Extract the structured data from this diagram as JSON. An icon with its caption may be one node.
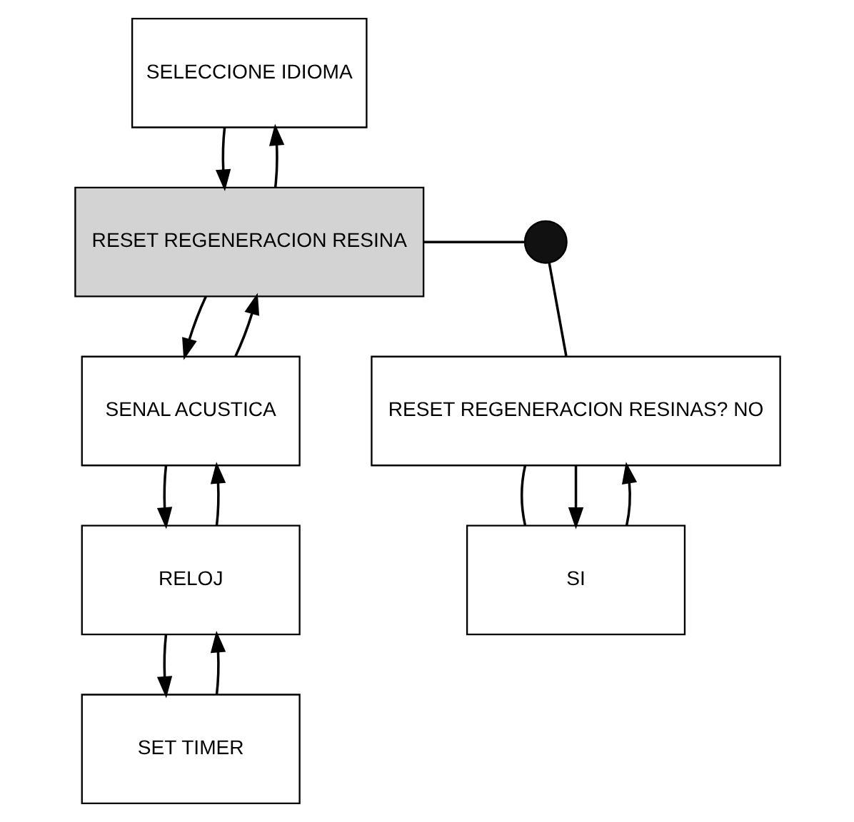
{
  "diagram": {
    "nodes": [
      {
        "text": [
          "SELECCIONE IDIOMA"
        ]
      },
      {
        "text": [
          "RESET REGENERACION RESINA"
        ]
      },
      {
        "text": [
          "SENAL ACUSTICA"
        ]
      },
      {
        "text": [
          "RELOJ"
        ]
      },
      {
        "text": [
          "SET TIMER"
        ]
      },
      {
        "text": [],
        "shape": "circle"
      },
      {
        "text": [
          "RESET REGENERACION RESINAS? NO"
        ]
      },
      {
        "text": [
          "SI"
        ]
      }
    ],
    "edges": [
      {
        "from": 0,
        "to": 1,
        "arrow": "to"
      },
      {
        "from": 1,
        "to": 0,
        "arrow": "to"
      },
      {
        "from": 1,
        "to": 2,
        "arrow": "to"
      },
      {
        "from": 2,
        "to": 1,
        "arrow": "to"
      },
      {
        "from": 2,
        "to": 3,
        "arrow": "to"
      },
      {
        "from": 3,
        "to": 2,
        "arrow": "to"
      },
      {
        "from": 3,
        "to": 4,
        "arrow": "to"
      },
      {
        "from": 4,
        "to": 3,
        "arrow": "to"
      },
      {
        "from": 1,
        "to": 5,
        "arrow": "none"
      },
      {
        "from": 5,
        "to": 6,
        "arrow": "none"
      },
      {
        "from": 6,
        "to": 7,
        "arrow": "none"
      },
      {
        "from": 6,
        "to": 7,
        "arrow": "to"
      },
      {
        "from": 7,
        "to": 6,
        "arrow": "to"
      }
    ]
  }
}
